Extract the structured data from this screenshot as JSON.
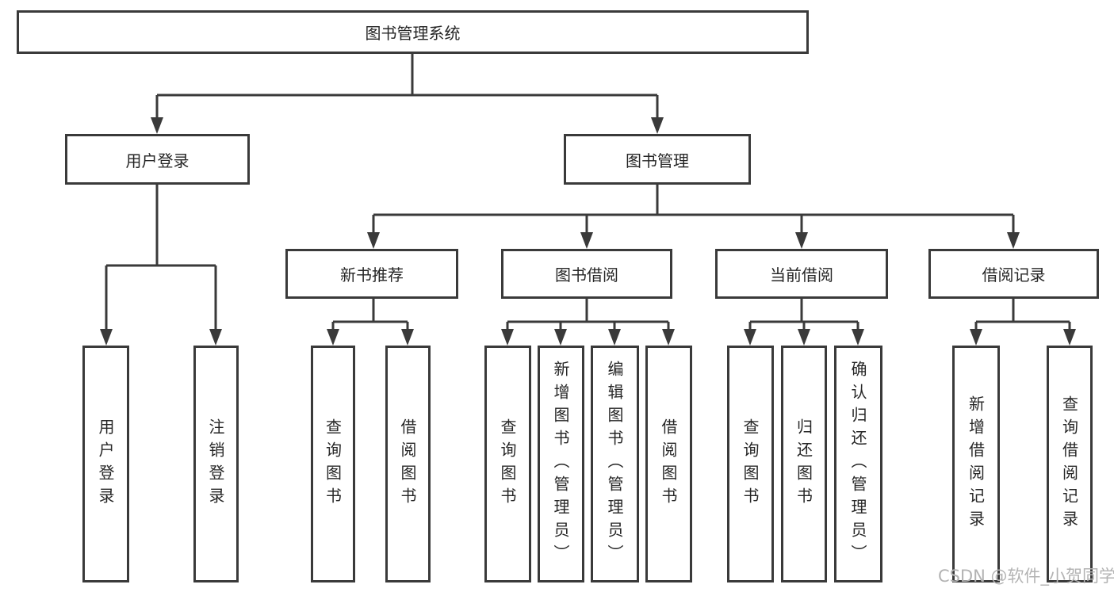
{
  "diagram": {
    "root": {
      "label": "图书管理系统"
    },
    "branches": [
      {
        "label": "用户登录",
        "children": [
          {
            "label": "用户登录"
          },
          {
            "label": "注销登录"
          }
        ]
      },
      {
        "label": "图书管理",
        "children": [
          {
            "label": "新书推荐",
            "children": [
              {
                "label": "查询图书"
              },
              {
                "label": "借阅图书"
              }
            ]
          },
          {
            "label": "图书借阅",
            "children": [
              {
                "label": "查询图书"
              },
              {
                "label": "新增图书（管理员）"
              },
              {
                "label": "编辑图书（管理员）"
              },
              {
                "label": "借阅图书"
              }
            ]
          },
          {
            "label": "当前借阅",
            "children": [
              {
                "label": "查询图书"
              },
              {
                "label": "归还图书"
              },
              {
                "label": "确认归还（管理员）"
              }
            ]
          },
          {
            "label": "借阅记录",
            "children": [
              {
                "label": "新增借阅记录"
              },
              {
                "label": "查询借阅记录"
              }
            ]
          }
        ]
      }
    ]
  },
  "watermark": {
    "text": "CSDN @软件_小贺同学"
  },
  "colors": {
    "line": "#3a3a3a",
    "box_border": "#3a3a3a",
    "text": "#262626",
    "watermark": "#b3b3b3",
    "background": "#ffffff"
  }
}
